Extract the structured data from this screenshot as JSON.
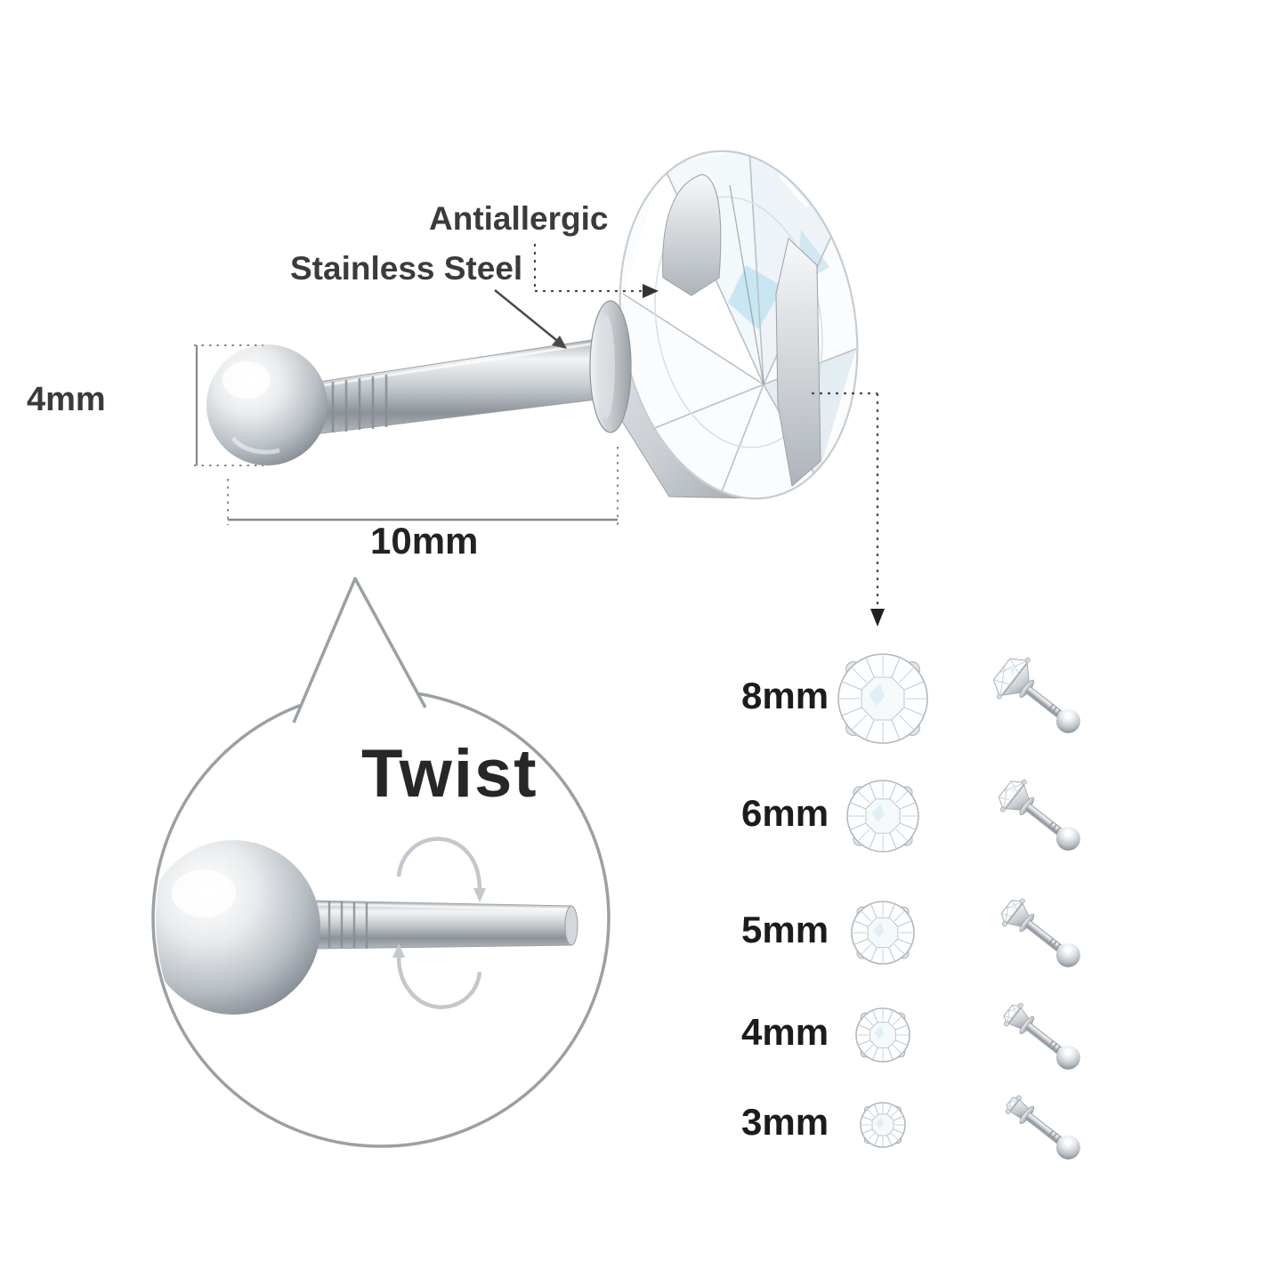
{
  "diagram": {
    "annotations": {
      "antiallergic": "Antiallergic",
      "stainless_steel": "Stainless Steel",
      "ball_diameter": "4mm",
      "post_length": "10mm"
    },
    "inset": {
      "label": "Twist"
    },
    "size_chart": {
      "rows": [
        {
          "label": "8mm",
          "mm": 8
        },
        {
          "label": "6mm",
          "mm": 6
        },
        {
          "label": "5mm",
          "mm": 5
        },
        {
          "label": "4mm",
          "mm": 4
        },
        {
          "label": "3mm",
          "mm": 3
        }
      ]
    },
    "colors": {
      "text_dark": "#2f2f2f",
      "metal_light": "#f2f4f5",
      "metal_mid": "#c6cbd0",
      "metal_dark": "#82888f",
      "line_gray": "#85898d",
      "gem_tint": "#b9e2ef"
    }
  }
}
